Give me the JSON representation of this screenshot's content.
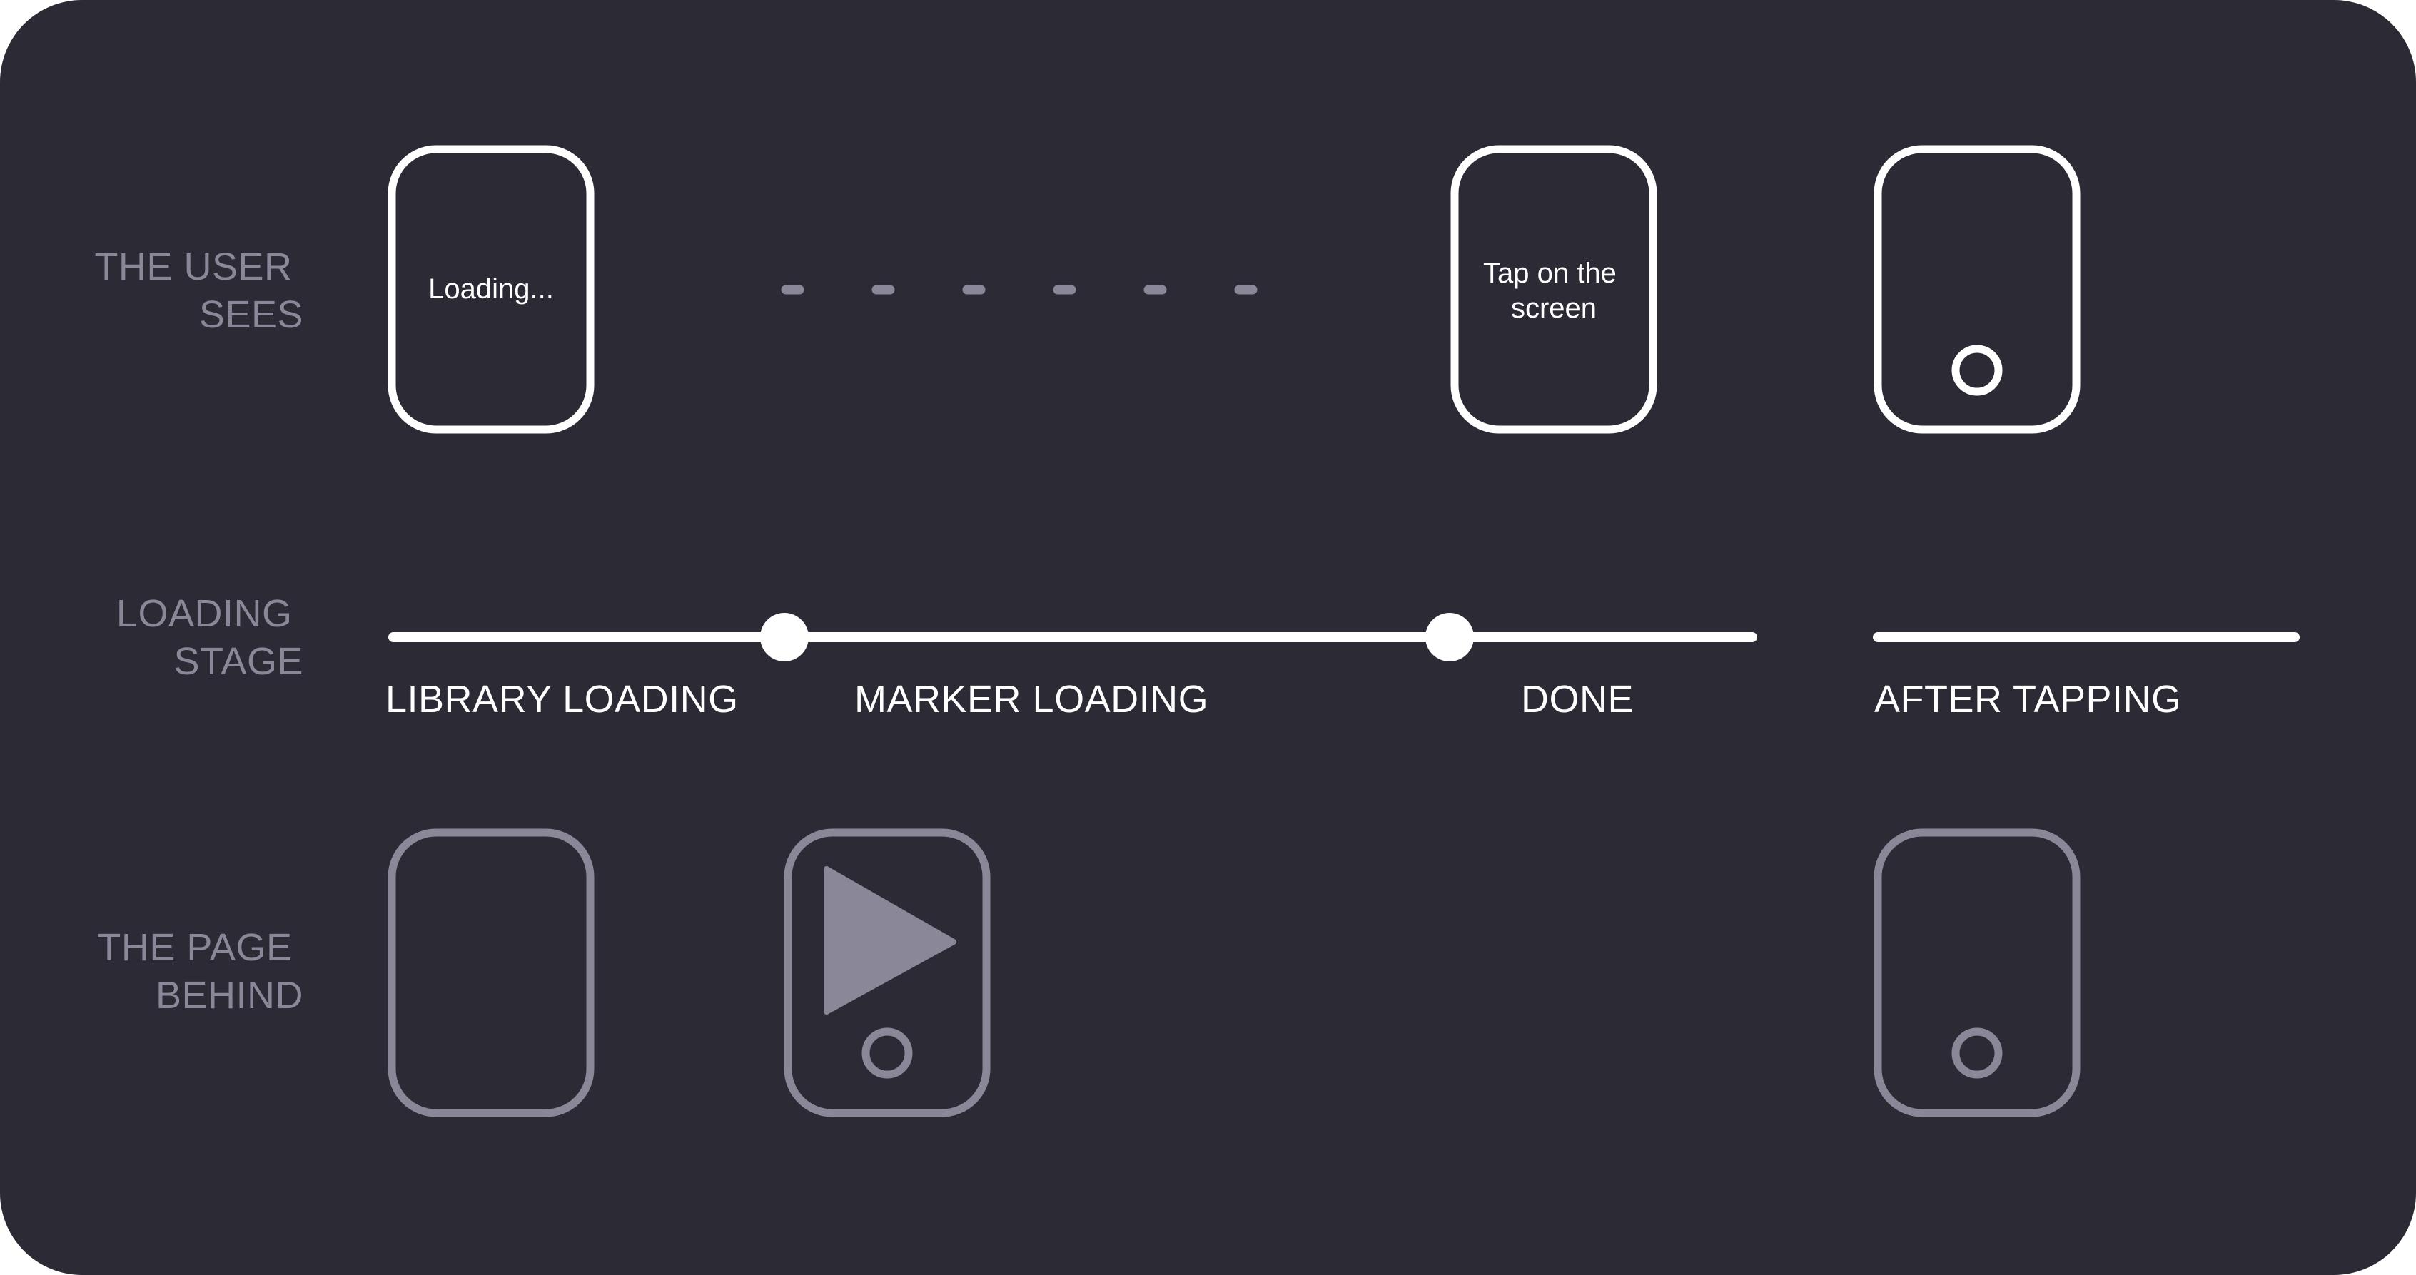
{
  "colors": {
    "background": "#2b2a35",
    "foreground": "#ffffff",
    "muted": "#8a8799"
  },
  "rows": {
    "user_sees": [
      "THE USER",
      "SEES"
    ],
    "loading_stage": [
      "LOADING",
      "STAGE"
    ],
    "page_behind": [
      "THE PAGE",
      "BEHIND"
    ]
  },
  "user_screens": {
    "loading_text": "Loading...",
    "done_text": [
      "Tap on the",
      "screen"
    ],
    "waiting_indicator": "dashed-line"
  },
  "stages": {
    "library_loading": "LIBRARY LOADING",
    "marker_loading": "MARKER LOADING",
    "done": "DONE",
    "after_tapping": "AFTER TAPPING"
  },
  "icons": {
    "device": "phone-outline-icon",
    "play": "play-icon",
    "marker": "circle-marker-icon"
  }
}
